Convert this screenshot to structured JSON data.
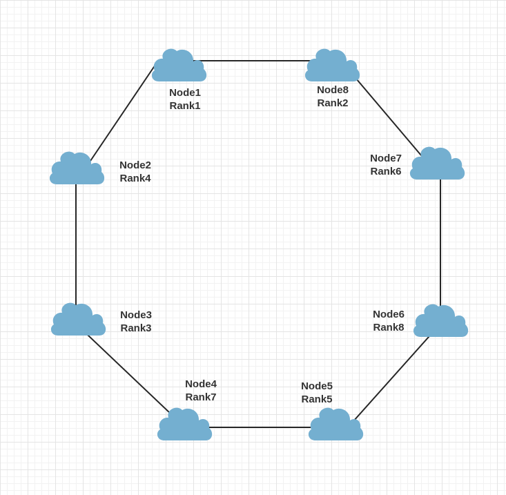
{
  "colors": {
    "cloud": "#74afd0",
    "edge": "#262626",
    "label": "#333333"
  },
  "nodes": [
    {
      "id": "node1",
      "name": "Node1",
      "rank": "Rank1"
    },
    {
      "id": "node8",
      "name": "Node8",
      "rank": "Rank2"
    },
    {
      "id": "node2",
      "name": "Node2",
      "rank": "Rank4"
    },
    {
      "id": "node7",
      "name": "Node7",
      "rank": "Rank6"
    },
    {
      "id": "node3",
      "name": "Node3",
      "rank": "Rank3"
    },
    {
      "id": "node6",
      "name": "Node6",
      "rank": "Rank8"
    },
    {
      "id": "node4",
      "name": "Node4",
      "rank": "Rank7"
    },
    {
      "id": "node5",
      "name": "Node5",
      "rank": "Rank5"
    }
  ],
  "edges": [
    [
      "node1",
      "node8"
    ],
    [
      "node8",
      "node7"
    ],
    [
      "node7",
      "node6"
    ],
    [
      "node6",
      "node5"
    ],
    [
      "node5",
      "node4"
    ],
    [
      "node4",
      "node3"
    ],
    [
      "node3",
      "node2"
    ],
    [
      "node2",
      "node1"
    ]
  ]
}
